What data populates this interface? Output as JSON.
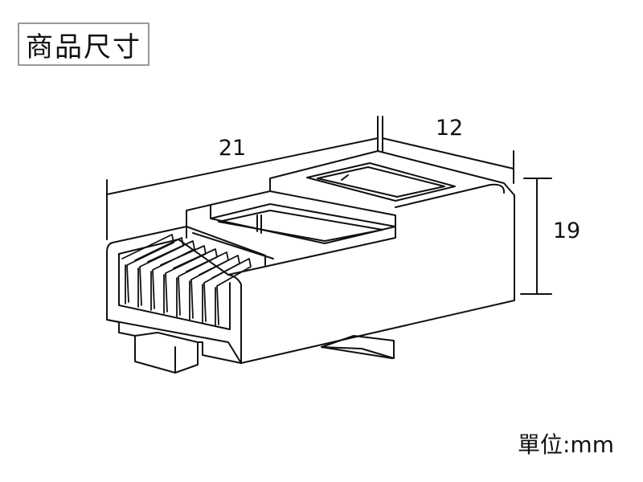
{
  "title": "商品尺寸",
  "dimensions": {
    "length": "21",
    "width": "12",
    "height": "19"
  },
  "unit_label": "單位:mm",
  "colors": {
    "stroke": "#111111",
    "title_border": "#999999",
    "background": "#ffffff"
  }
}
